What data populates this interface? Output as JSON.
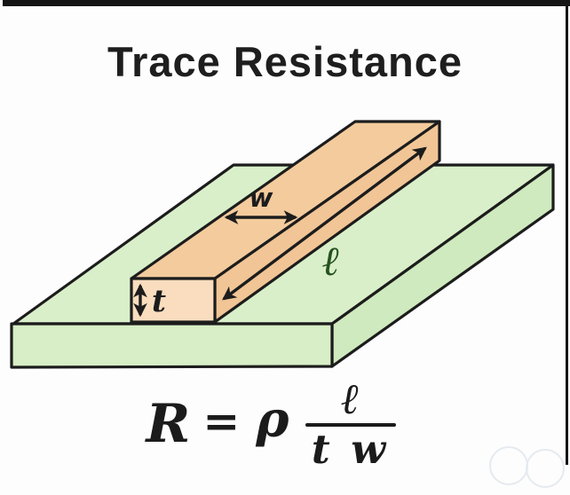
{
  "title": "Trace Resistance",
  "diagram": {
    "width_label": "w",
    "length_label": "ℓ",
    "thickness_label": "t",
    "colors": {
      "board_top": "#d9efc9",
      "board_front": "#d7eec6",
      "board_right": "#cfeabe",
      "trace_top": "#f3cb9d",
      "trace_right": "#f1c595",
      "trace_front": "#f9ddbe",
      "outline": "#1c1c1c",
      "length_label_color": "#26521f"
    }
  },
  "formula": {
    "lhs": "R",
    "equals": "=",
    "coefficient": "ρ",
    "numerator": "ℓ",
    "denominator": "t w"
  }
}
